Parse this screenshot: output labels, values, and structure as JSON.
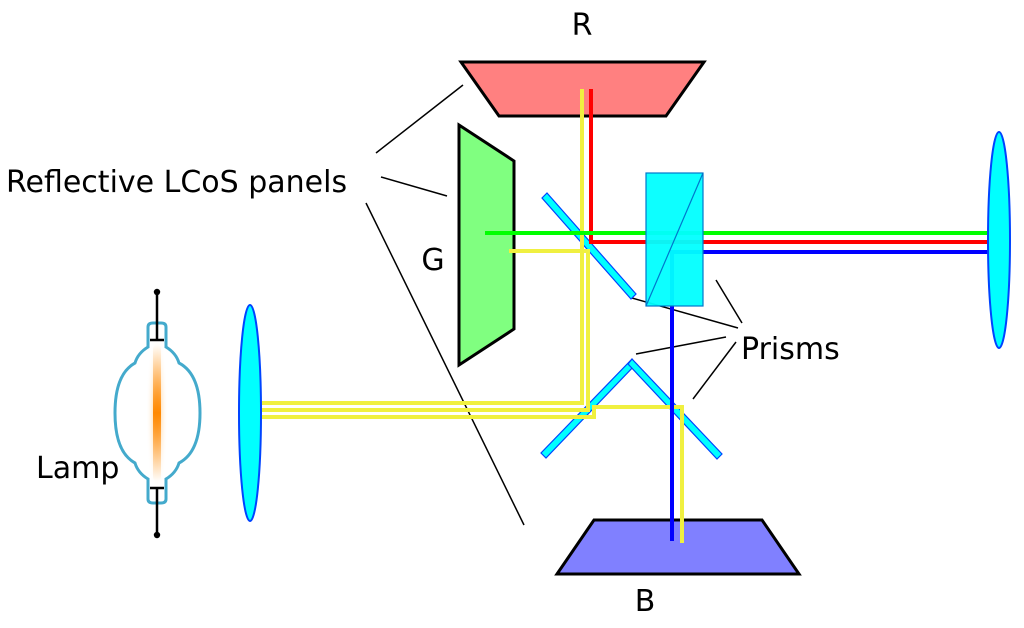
{
  "labels": {
    "red_panel": "R",
    "green_panel": "G",
    "blue_panel": "B",
    "panels": "Reflective LCoS panels",
    "prisms": "Prisms",
    "lamp": "Lamp"
  },
  "colors": {
    "red_panel": "#ff8080",
    "green_panel": "#80ff80",
    "blue_panel": "#8080ff",
    "red_beam": "#ff0000",
    "green_beam": "#00ff00",
    "blue_beam": "#0000ff",
    "white_beam": "#f0f040",
    "optic_fill": "#00ffff",
    "optic_stroke": "#0044ff",
    "lamp_outline": "#44aacc",
    "lamp_arc": "#ff8800"
  }
}
